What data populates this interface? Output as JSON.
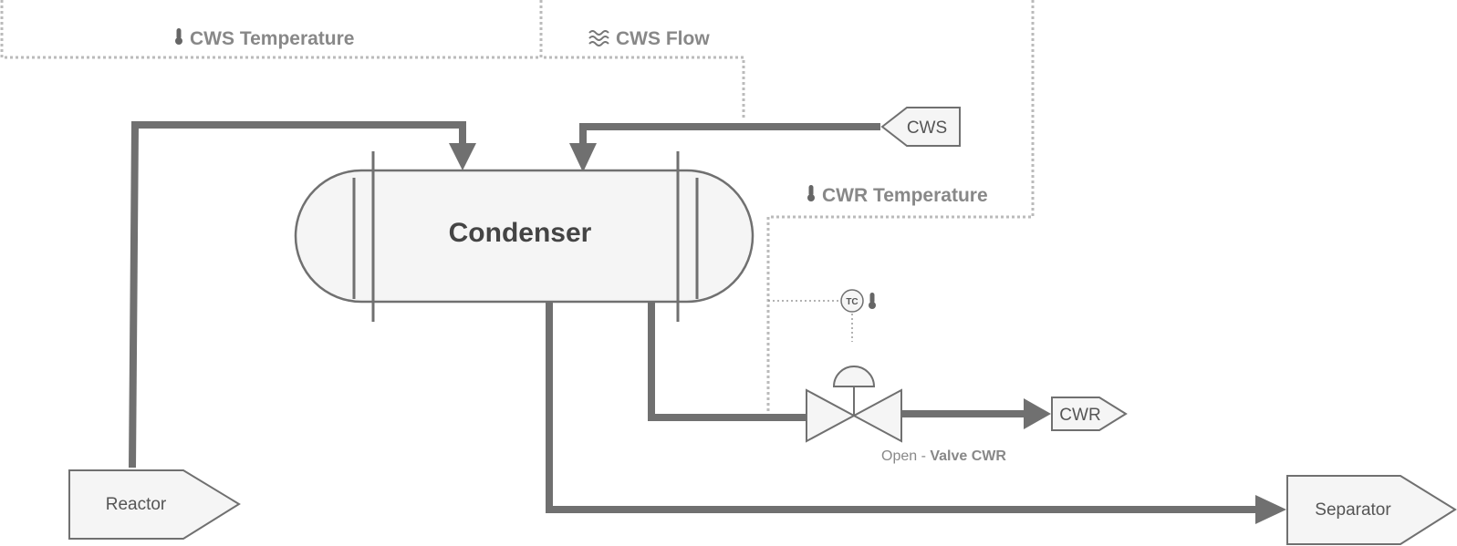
{
  "signals": {
    "cws_temperature": "CWS Temperature",
    "cws_flow": "CWS Flow",
    "cwr_temperature": "CWR Temperature"
  },
  "equipment": {
    "condenser": "Condenser",
    "reactor": "Reactor",
    "separator": "Separator"
  },
  "streams": {
    "cws": "CWS",
    "cwr": "CWR"
  },
  "controller": {
    "tag": "TC"
  },
  "valve": {
    "state": "Open",
    "separator_text": " - ",
    "name": "Valve CWR"
  },
  "icons": {
    "temperature": "thermometer-icon",
    "flow": "flow-waves-icon"
  },
  "colors": {
    "pipe": "#707070",
    "equipment_fill": "#f5f5f5",
    "signal_line": "#bbbbbb",
    "label": "#888888"
  }
}
